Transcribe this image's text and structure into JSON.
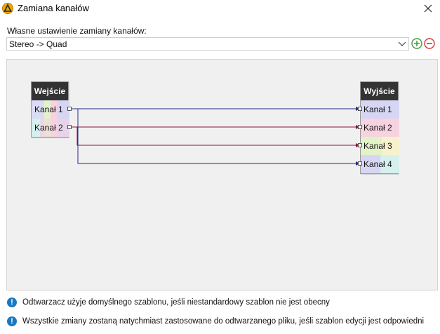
{
  "window": {
    "title": "Zamiana kanałów"
  },
  "preset": {
    "label": "Własne ustawienie zamiany kanałów:",
    "selected": "Stereo -> Quad"
  },
  "input_node": {
    "title": "Wejście",
    "ports": [
      "Kanał 1",
      "Kanał 2"
    ]
  },
  "output_node": {
    "title": "Wyjście",
    "ports": [
      "Kanał 1",
      "Kanał 2",
      "Kanał 3",
      "Kanał 4"
    ]
  },
  "connections": [
    {
      "from": "Kanał 1",
      "to": "Kanał 1",
      "color": "#1e2a8c"
    },
    {
      "from": "Kanał 2",
      "to": "Kanał 2",
      "color": "#8c1240"
    },
    {
      "from": "Kanał 1",
      "to": "Kanał 4",
      "color": "#1e2a8c"
    },
    {
      "from": "Kanał 2",
      "to": "Kanał 3",
      "color": "#8c1240"
    }
  ],
  "notices": [
    "Odtwarzacz użyje domyślnego szablonu, jeśli niestandardowy szablon nie jest obecny",
    "Wszystkie zmiany zostaną natychmiast zastosowane do odtwarzanego pliku, jeśli szablon edycji jest odpowiedni"
  ],
  "colors": {
    "accent": "#1a78c2",
    "add": "#3d9b3d",
    "remove": "#d23b3b",
    "band_blue": "#d6d6f4",
    "band_green": "#e2f2c9",
    "band_pink": "#f6d3df",
    "band_cyan": "#d5f0ee",
    "band_yellow": "#f7f2cc"
  }
}
